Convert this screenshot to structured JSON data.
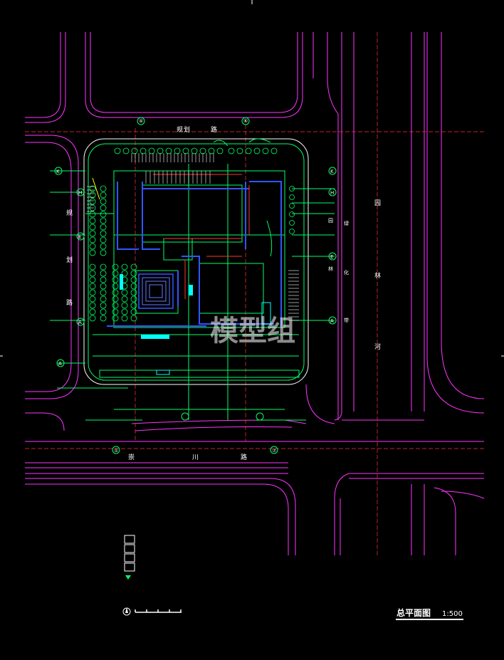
{
  "roads": {
    "north": [
      "规",
      "划",
      "路"
    ],
    "west": [
      "规",
      "划",
      "路"
    ],
    "south": [
      "崇",
      "川",
      "路"
    ]
  },
  "river": [
    "园",
    "林",
    "河"
  ],
  "greenbelt": [
    "园",
    "绿",
    "林",
    "化",
    "带"
  ],
  "grid_labels": {
    "top": [
      "④",
      "⑥"
    ],
    "bottom": [
      "①",
      "⑦"
    ],
    "left": [
      "K",
      "H",
      "E",
      "A",
      "A"
    ],
    "right": [
      "K",
      "H",
      "E",
      "A"
    ]
  },
  "watermark": "模型组",
  "drawing_title": "总平面图",
  "drawing_scale": "1:500",
  "colors": {
    "road": "#ff33ff",
    "grid": "#ff3333",
    "building": "#00ff66",
    "blue": "#3355ff",
    "white": "#ffffff",
    "cyan": "#00ffff",
    "yellow": "#ffff00"
  }
}
